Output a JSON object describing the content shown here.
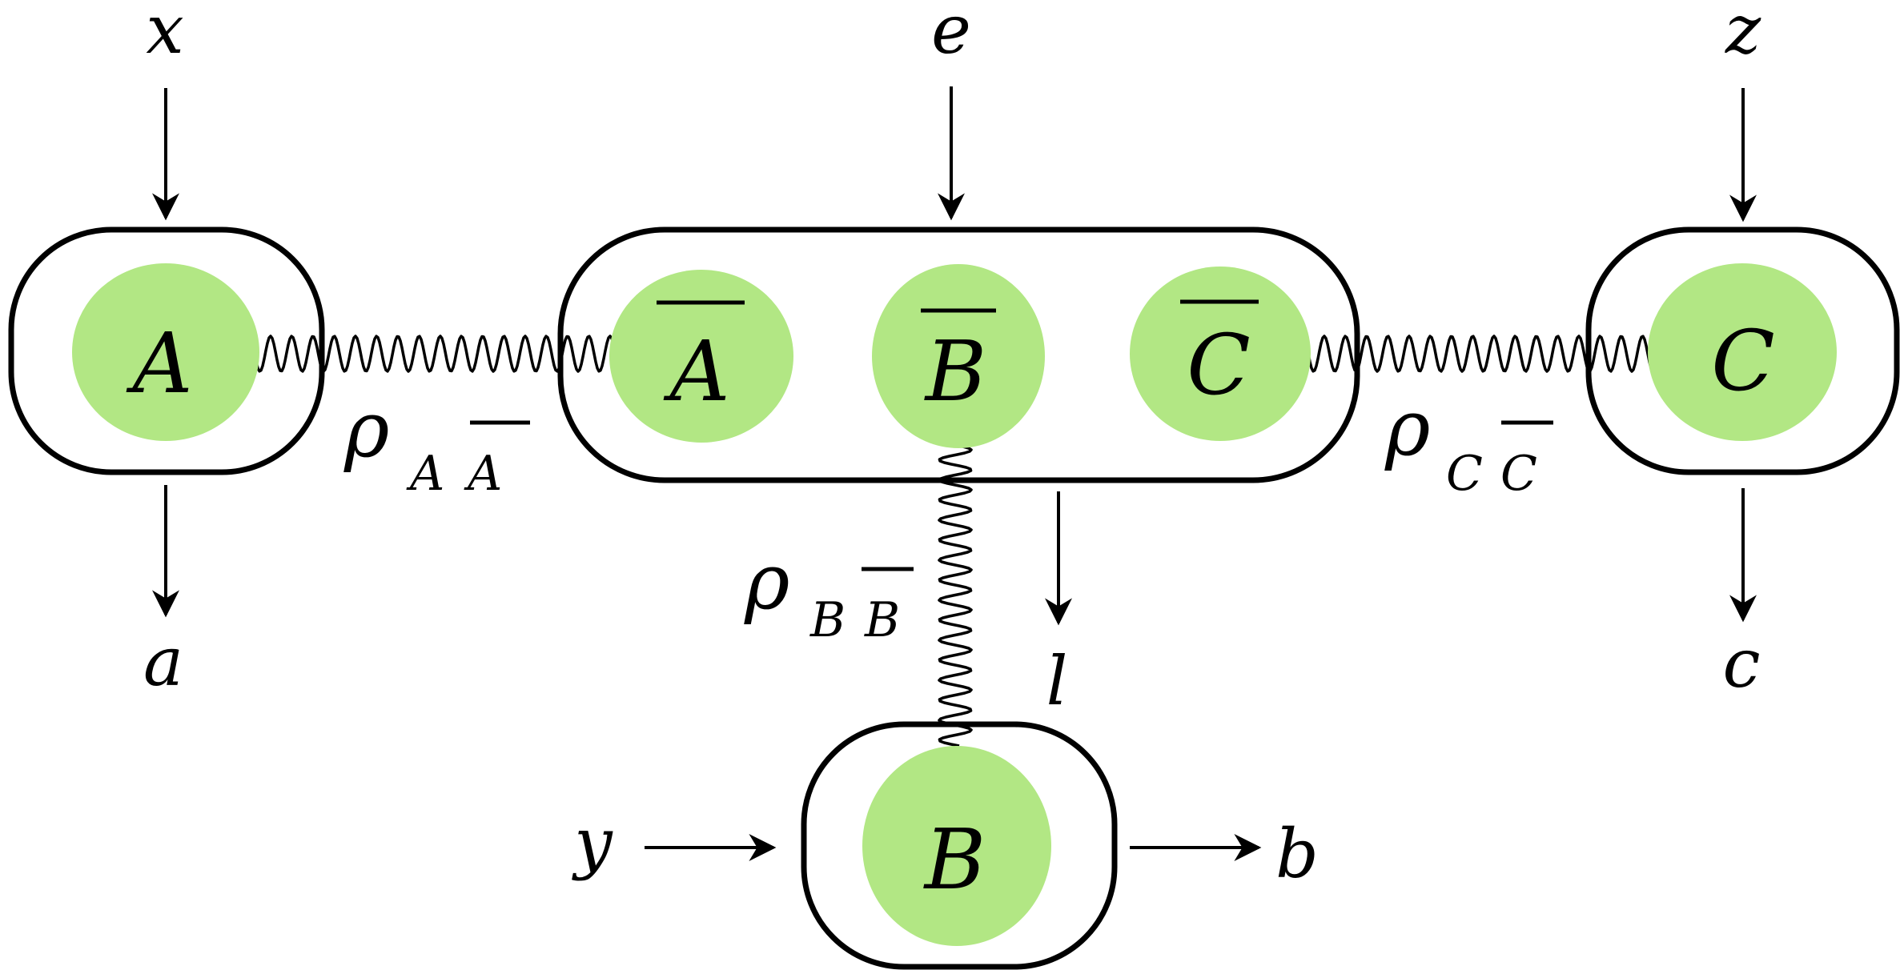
{
  "colors": {
    "node_fill": "#b2e784",
    "stroke": "#000000",
    "background": "#ffffff"
  },
  "inputs": {
    "x": "x",
    "e": "e",
    "z": "z",
    "y": "y"
  },
  "outputs": {
    "a": "a",
    "l": "l",
    "c": "c",
    "b": "b"
  },
  "parties": {
    "alice": {
      "node": "A"
    },
    "eve": {
      "nodes": [
        "A",
        "B",
        "C"
      ]
    },
    "charlie": {
      "node": "C"
    },
    "bob": {
      "node": "B"
    }
  },
  "states": {
    "ab": {
      "rho": "ρ",
      "sub1": "A",
      "sub2": "A"
    },
    "cc": {
      "rho": "ρ",
      "sub1": "C",
      "sub2": "C"
    },
    "bb": {
      "rho": "ρ",
      "sub1": "B",
      "sub2": "B"
    }
  }
}
